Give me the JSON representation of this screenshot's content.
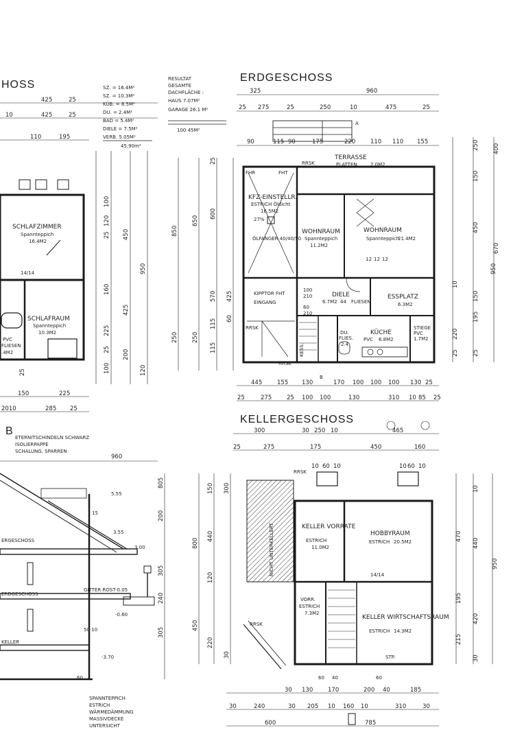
{
  "headings": {
    "top_left": "HOSS",
    "erdgeschoss": "ERDGESCHOSS",
    "kellergeschoss": "KELLERGESCHOSS",
    "section_b": "B"
  },
  "area_notes": {
    "lines": [
      "SZ. = 16.4M²",
      "SZ. = 10.3M²",
      "KÜB. = 8.5M²",
      "DU. = 2.4M²",
      "BAD = 5.4M²",
      "DIELE = 7.5M²",
      "VERB. 5.05M²"
    ],
    "total": "45,90m²",
    "side_lines": [
      "RESULTAT",
      "GESAMTE",
      "DACHFLÄCHE :",
      "HAUS 7.07M²",
      "GARAGE 26.1 M²",
      "100 45M²"
    ]
  },
  "upper_floor": {
    "rooms": [
      {
        "name": "SCHLAFZIMMER",
        "floor": "Spannteppich",
        "area": "16.4M2"
      },
      {
        "name": "SCHLAFRAUM",
        "floor": "Spannteppich",
        "area": "10.3M2"
      }
    ],
    "labels": [
      "14/14",
      "PVC",
      "FLIESEN",
      ".4M2"
    ],
    "dims_top": [
      "425",
      "25",
      "10",
      "425",
      "25",
      "110",
      "195"
    ],
    "dims_left": [
      "100",
      "120",
      "25",
      "450",
      "950",
      "160",
      "425",
      "225",
      "25",
      "200",
      "100",
      "120",
      "25"
    ],
    "dims_bottom": [
      "150",
      "225",
      "2010",
      "285",
      "25"
    ]
  },
  "erdgeschoss": {
    "rooms": [
      {
        "name": "KFZ-EINSTELLR.",
        "floor": "ESTRICH Öldicht",
        "area": "16.5M2"
      },
      {
        "name": "TERRASSE",
        "floor": "PLATTEN",
        "area": "7.0M2"
      },
      {
        "name": "WOHNRAUM",
        "floor": "Spannteppich",
        "area": "11.2M2"
      },
      {
        "name": "WOHNRAUM",
        "floor": "Spannteppich",
        "area": "21.4M2"
      },
      {
        "name": "DIELE",
        "floor": "FLIESEN",
        "area": "6.7M2"
      },
      {
        "name": "ESSPLATZ",
        "floor": "",
        "area": "6.3M2"
      },
      {
        "name": "KÜCHE",
        "floor": "PVC",
        "area": "6.8M2"
      },
      {
        "name": "EINGANG",
        "floor": "",
        "area": ""
      },
      {
        "name": "DU.",
        "floor": "FLIES.",
        "area": "2.4"
      },
      {
        "name": "STIEGE",
        "floor": "PVC",
        "area": "1.7M2"
      }
    ],
    "labels": [
      "ÖLFANGER 40/40/50",
      "27%",
      "KIPPTOR FHT",
      "FHR",
      "FHT",
      "RRSK",
      "RRSK",
      "RRSK",
      "44",
      "A",
      "B",
      "12",
      "12",
      "12",
      "100",
      "210",
      "60",
      "210",
      "KESS."
    ],
    "dims_top": [
      "325",
      "960",
      "25",
      "275",
      "25",
      "250",
      "10",
      "475",
      "25",
      "90",
      "115",
      "90",
      "175",
      "220",
      "110",
      "110",
      "155"
    ],
    "dims_left": [
      "850",
      "650",
      "600",
      "25",
      "250",
      "250",
      "115",
      "115",
      "570",
      "425",
      "60"
    ],
    "dims_right": [
      "250",
      "400",
      "150",
      "450",
      "670",
      "950",
      "150",
      "195",
      "10",
      "220",
      "25",
      "25"
    ],
    "dims_bottom": [
      "445",
      "155",
      "130",
      "170",
      "100",
      "100",
      "100",
      "130",
      "25",
      "25",
      "275",
      "25",
      "100",
      "100",
      "130",
      "310",
      "10",
      "85",
      "25"
    ]
  },
  "kellergeschoss": {
    "rooms": [
      {
        "name": "NICHT UNTERKELLERT",
        "floor": "",
        "area": ""
      },
      {
        "name": "KELLER VORRATE",
        "floor": "ESTRICH",
        "area": "11.0M2"
      },
      {
        "name": "HOBBYRAUM",
        "floor": "ESTRICH",
        "area": "20.5M2"
      },
      {
        "name": "VORR.",
        "floor": "ESTRICH",
        "area": "7.3M2"
      },
      {
        "name": "KELLER WIRTSCHAFTSRAUM",
        "floor": "ESTRICH",
        "area": "14.3M2"
      }
    ],
    "labels": [
      "RRSK",
      "RRSK",
      "14/14",
      "STP.",
      "60",
      "40",
      "60"
    ],
    "dims_top": [
      "300",
      "30",
      "250",
      "10",
      "465",
      "25",
      "275",
      "175",
      "450",
      "160",
      "10",
      "60",
      "10",
      "10",
      "60",
      "10"
    ],
    "dims_left": [
      "150",
      "300",
      "440",
      "800",
      "120",
      "450",
      "220",
      "30"
    ],
    "dims_right": [
      "10",
      "470",
      "440",
      "950",
      "195",
      "420",
      "215",
      "30"
    ],
    "dims_bottom": [
      "30",
      "130",
      "170",
      "200",
      "40",
      "185",
      "30",
      "240",
      "30",
      "205",
      "10",
      "160",
      "10",
      "310",
      "30",
      "600",
      "785"
    ]
  },
  "section": {
    "roof_notes": [
      "ETERNITSCHINDELN SCHWARZ",
      "ISOLIERPAPPE",
      "SCHALUNG, SPARREN"
    ],
    "floor_labels": [
      "ERGESCHOSS",
      "ERDGESCHOSS",
      "KELLER"
    ],
    "levels": [
      "5.55",
      "3.55",
      "3.00",
      "-0.05",
      "-0.60",
      "-3.70"
    ],
    "labels": [
      "GITTER ROST",
      "50 10",
      "60",
      "15"
    ],
    "dims": [
      "960",
      "805",
      "200",
      "305",
      "240",
      "305"
    ],
    "floor_notes": [
      "SPANNTEPPICH",
      "ESTRICH",
      "WÄRMEDÄMMUNG",
      "MASSIVDECKE",
      "UNTERSICHT"
    ]
  }
}
